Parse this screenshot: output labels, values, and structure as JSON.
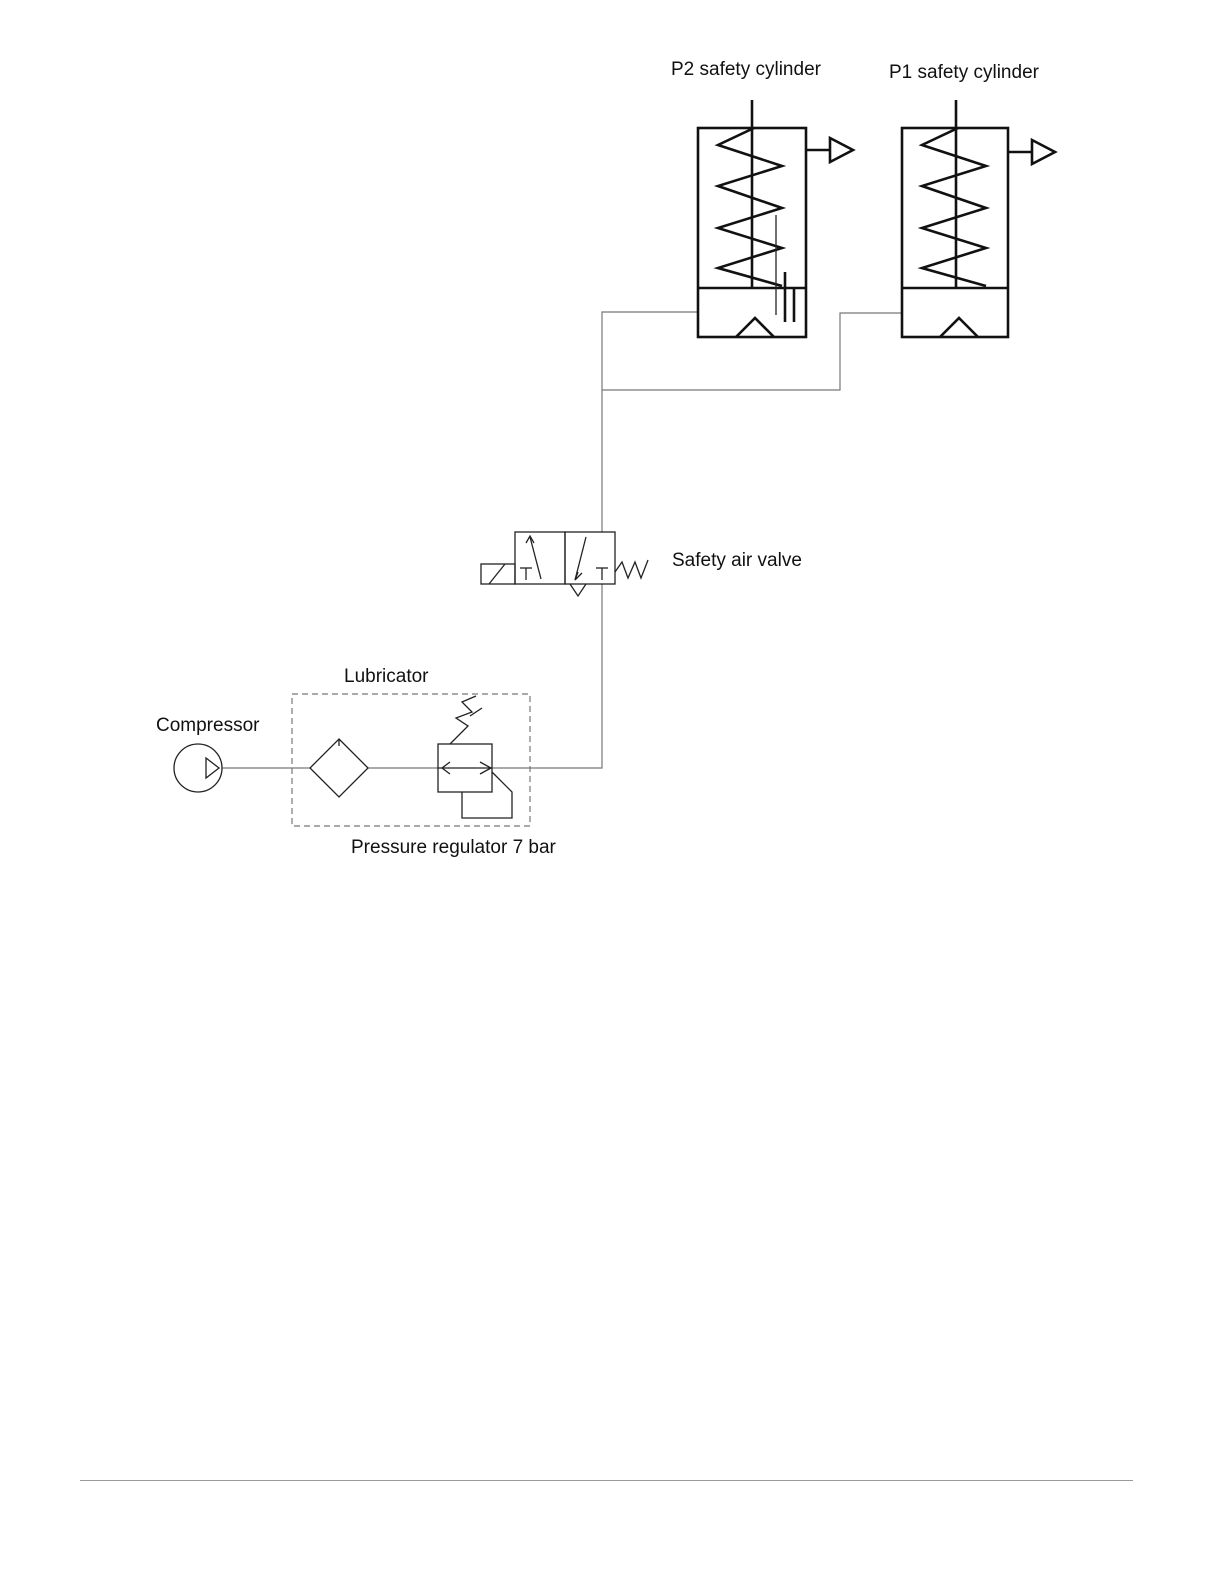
{
  "labels": {
    "p2_cylinder": "P2 safety cylinder",
    "p1_cylinder": "P1 safety cylinder",
    "safety_valve": "Safety air valve",
    "lubricator": "Lubricator",
    "compressor": "Compressor",
    "pressure_regulator": "Pressure regulator 7 bar"
  }
}
